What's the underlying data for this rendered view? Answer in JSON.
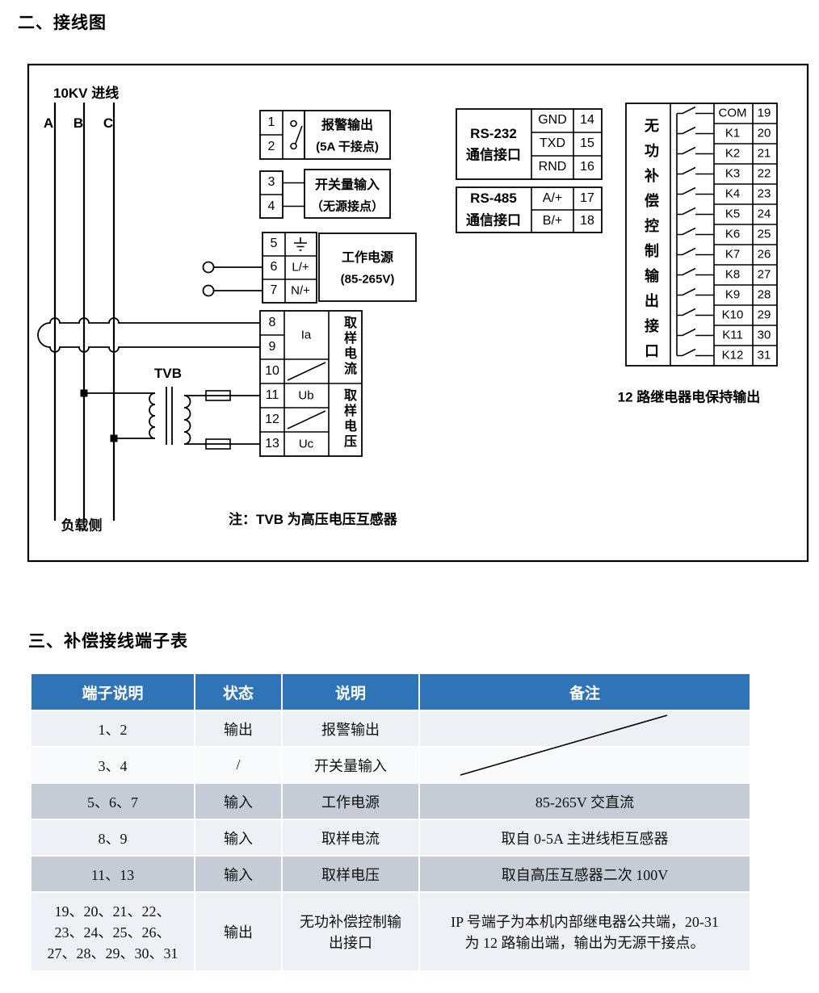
{
  "theme": {
    "header_bg": "#2e74b6",
    "row_light": "#edf0f5",
    "row_white": "#f8fafc",
    "row_dark": "#c6ccd6",
    "line_color": "#000000"
  },
  "headings": {
    "section2": "二、接线图",
    "section3": "三、补偿接线端子表"
  },
  "diagram": {
    "feeder_label": "10KV 进线",
    "phases": [
      "A",
      "B",
      "C"
    ],
    "load_side": "负载侧",
    "note": "注：TVB 为高压电压互感器",
    "tvb_label": "TVB",
    "alarm": {
      "terminals": [
        "1",
        "2"
      ],
      "title": "报警输出",
      "subtitle": "(5A 干接点)"
    },
    "digital_input": {
      "terminals": [
        "3",
        "4"
      ],
      "title": "开关量输入",
      "subtitle": "（无源接点）"
    },
    "power": {
      "terminals": [
        "5",
        "6",
        "7"
      ],
      "labels": [
        "L/+",
        "N/+"
      ],
      "title": "工作电源",
      "subtitle": "(85-265V)"
    },
    "sampling": {
      "terminals": [
        "8",
        "9",
        "10",
        "11",
        "12",
        "13"
      ],
      "ia": "Ia",
      "ub": "Ub",
      "uc": "Uc",
      "current_label": "取样电流",
      "voltage_label": "取样电压"
    },
    "rs232": {
      "name_line1": "RS-232",
      "name_line2": "通信接口",
      "rows": [
        {
          "label": "GND",
          "num": "14"
        },
        {
          "label": "TXD",
          "num": "15"
        },
        {
          "label": "RND",
          "num": "16"
        }
      ]
    },
    "rs485": {
      "name_line1": "RS-485",
      "name_line2": "通信接口",
      "rows": [
        {
          "label": "A/+",
          "num": "17"
        },
        {
          "label": "B/+",
          "num": "18"
        }
      ]
    },
    "relay": {
      "vertical_label": "无功补偿控制输出接口",
      "caption": "12 路继电器电保持输出",
      "rows": [
        {
          "label": "COM",
          "num": "19"
        },
        {
          "label": "K1",
          "num": "20"
        },
        {
          "label": "K2",
          "num": "21"
        },
        {
          "label": "K3",
          "num": "22"
        },
        {
          "label": "K4",
          "num": "23"
        },
        {
          "label": "K5",
          "num": "24"
        },
        {
          "label": "K6",
          "num": "25"
        },
        {
          "label": "K7",
          "num": "26"
        },
        {
          "label": "K8",
          "num": "27"
        },
        {
          "label": "K9",
          "num": "28"
        },
        {
          "label": "K10",
          "num": "29"
        },
        {
          "label": "K11",
          "num": "30"
        },
        {
          "label": "K12",
          "num": "31"
        }
      ]
    }
  },
  "table": {
    "headers": [
      "端子说明",
      "状态",
      "说明",
      "备注"
    ],
    "rows": [
      {
        "terminal": "1、2",
        "state": "输出",
        "desc": "报警输出",
        "remark": ""
      },
      {
        "terminal": "3、4",
        "state": "/",
        "desc": "开关量输入",
        "remark": ""
      },
      {
        "terminal": "5、6、7",
        "state": "输入",
        "desc": "工作电源",
        "remark": "85-265V 交直流"
      },
      {
        "terminal": "8、9",
        "state": "输入",
        "desc": "取样电流",
        "remark": "取自 0-5A 主进线柜互感器"
      },
      {
        "terminal": "11、13",
        "state": "输入",
        "desc": "取样电压",
        "remark": "取自高压互感器二次 100V"
      },
      {
        "terminal": "19、20、21、22、\n23、24、25、26、\n27、28、29、30、31",
        "state": "输出",
        "desc": "无功补偿控制输\n出接口",
        "remark": "IP 号端子为本机内部继电器公共端，20-31\n为 12 路输出端，输出为无源干接点。"
      }
    ]
  }
}
